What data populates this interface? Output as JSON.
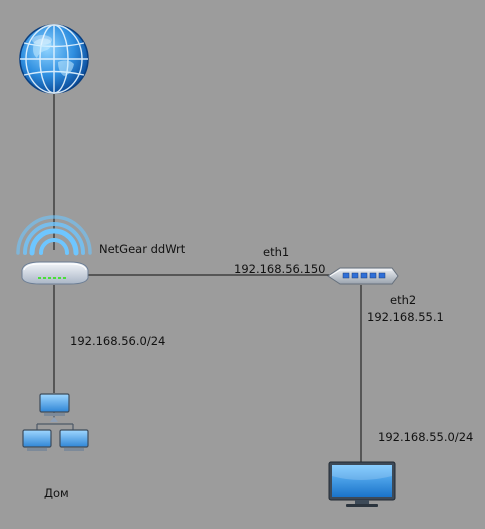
{
  "router": {
    "label": "NetGear ddWrt"
  },
  "eth1": {
    "name": "eth1",
    "ip": "192.168.56.150"
  },
  "eth2": {
    "name": "eth2",
    "ip": "192.168.55.1"
  },
  "home_subnet": "192.168.56.0/24",
  "monitor_subnet": "192.168.55.0/24",
  "home_label": "Дом",
  "icons": {
    "internet": "globe-icon",
    "router": "wifi-router-icon",
    "switch": "network-switch-icon",
    "home": "lan-computers-icon",
    "monitor": "monitor-icon"
  }
}
